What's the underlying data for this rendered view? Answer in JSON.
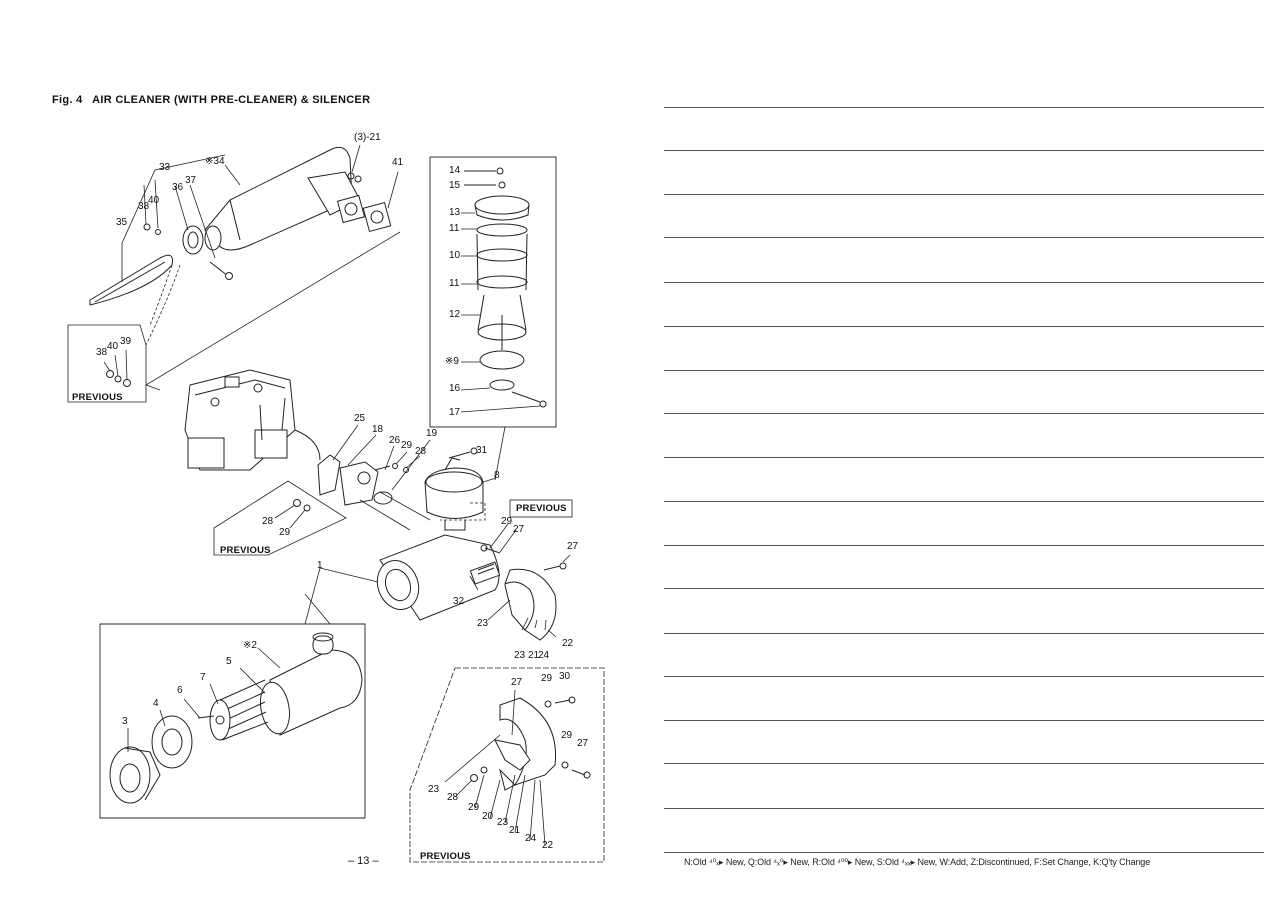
{
  "page": {
    "figure_title": "Fig. 4   AIR CLEANER (WITH PRE-CLEANER) & SILENCER",
    "page_number": "– 13 –"
  },
  "diagram": {
    "previous_label": "PREVIOUS",
    "callouts": {
      "c3_21": "(3)-21",
      "c41": "41",
      "c34": "※34",
      "c33": "33",
      "c36": "36",
      "c37": "37",
      "c38a": "38",
      "c40a": "40",
      "c35": "35",
      "c38b": "38",
      "c40b": "40",
      "c39": "39",
      "c14": "14",
      "c15": "15",
      "c13": "13",
      "c11a": "11",
      "c10": "10",
      "c11b": "11",
      "c12": "12",
      "c9": "※9",
      "c16": "16",
      "c17": "17",
      "c25": "25",
      "c18": "18",
      "c26": "26",
      "c29a": "29",
      "c28a": "28",
      "c19": "19",
      "c31": "31",
      "c8": "8",
      "c28b": "28",
      "c29b": "29",
      "c29c": "29",
      "c27a": "27",
      "c27b": "27",
      "c1": "1",
      "c32": "32",
      "c23a": "23",
      "c23b": "23",
      "c21a": "21",
      "c24a": "24",
      "c22a": "22",
      "c2": "※2",
      "c5": "5",
      "c7": "7",
      "c6": "6",
      "c4": "4",
      "c3": "3",
      "c27c": "27",
      "c29d": "29",
      "c30": "30",
      "c29e": "29",
      "c27d": "27",
      "c23c": "23",
      "c28c": "28",
      "c29f": "29",
      "c20": "20",
      "c23d": "23",
      "c21b": "21",
      "c24b": "24",
      "c22b": "22"
    }
  },
  "parts_list": {
    "row_count": 18,
    "legend": "N:Old ⁴⁰ₓ▸ New,  Q:Old ⁴ₓ⁰▸ New,  R:Old ⁴⁰⁰▸ New,  S:Old ⁴ₓₓ▸ New,  W:Add,  Z:Discontinued,  F:Set Change,  K:Q'ty Change"
  }
}
